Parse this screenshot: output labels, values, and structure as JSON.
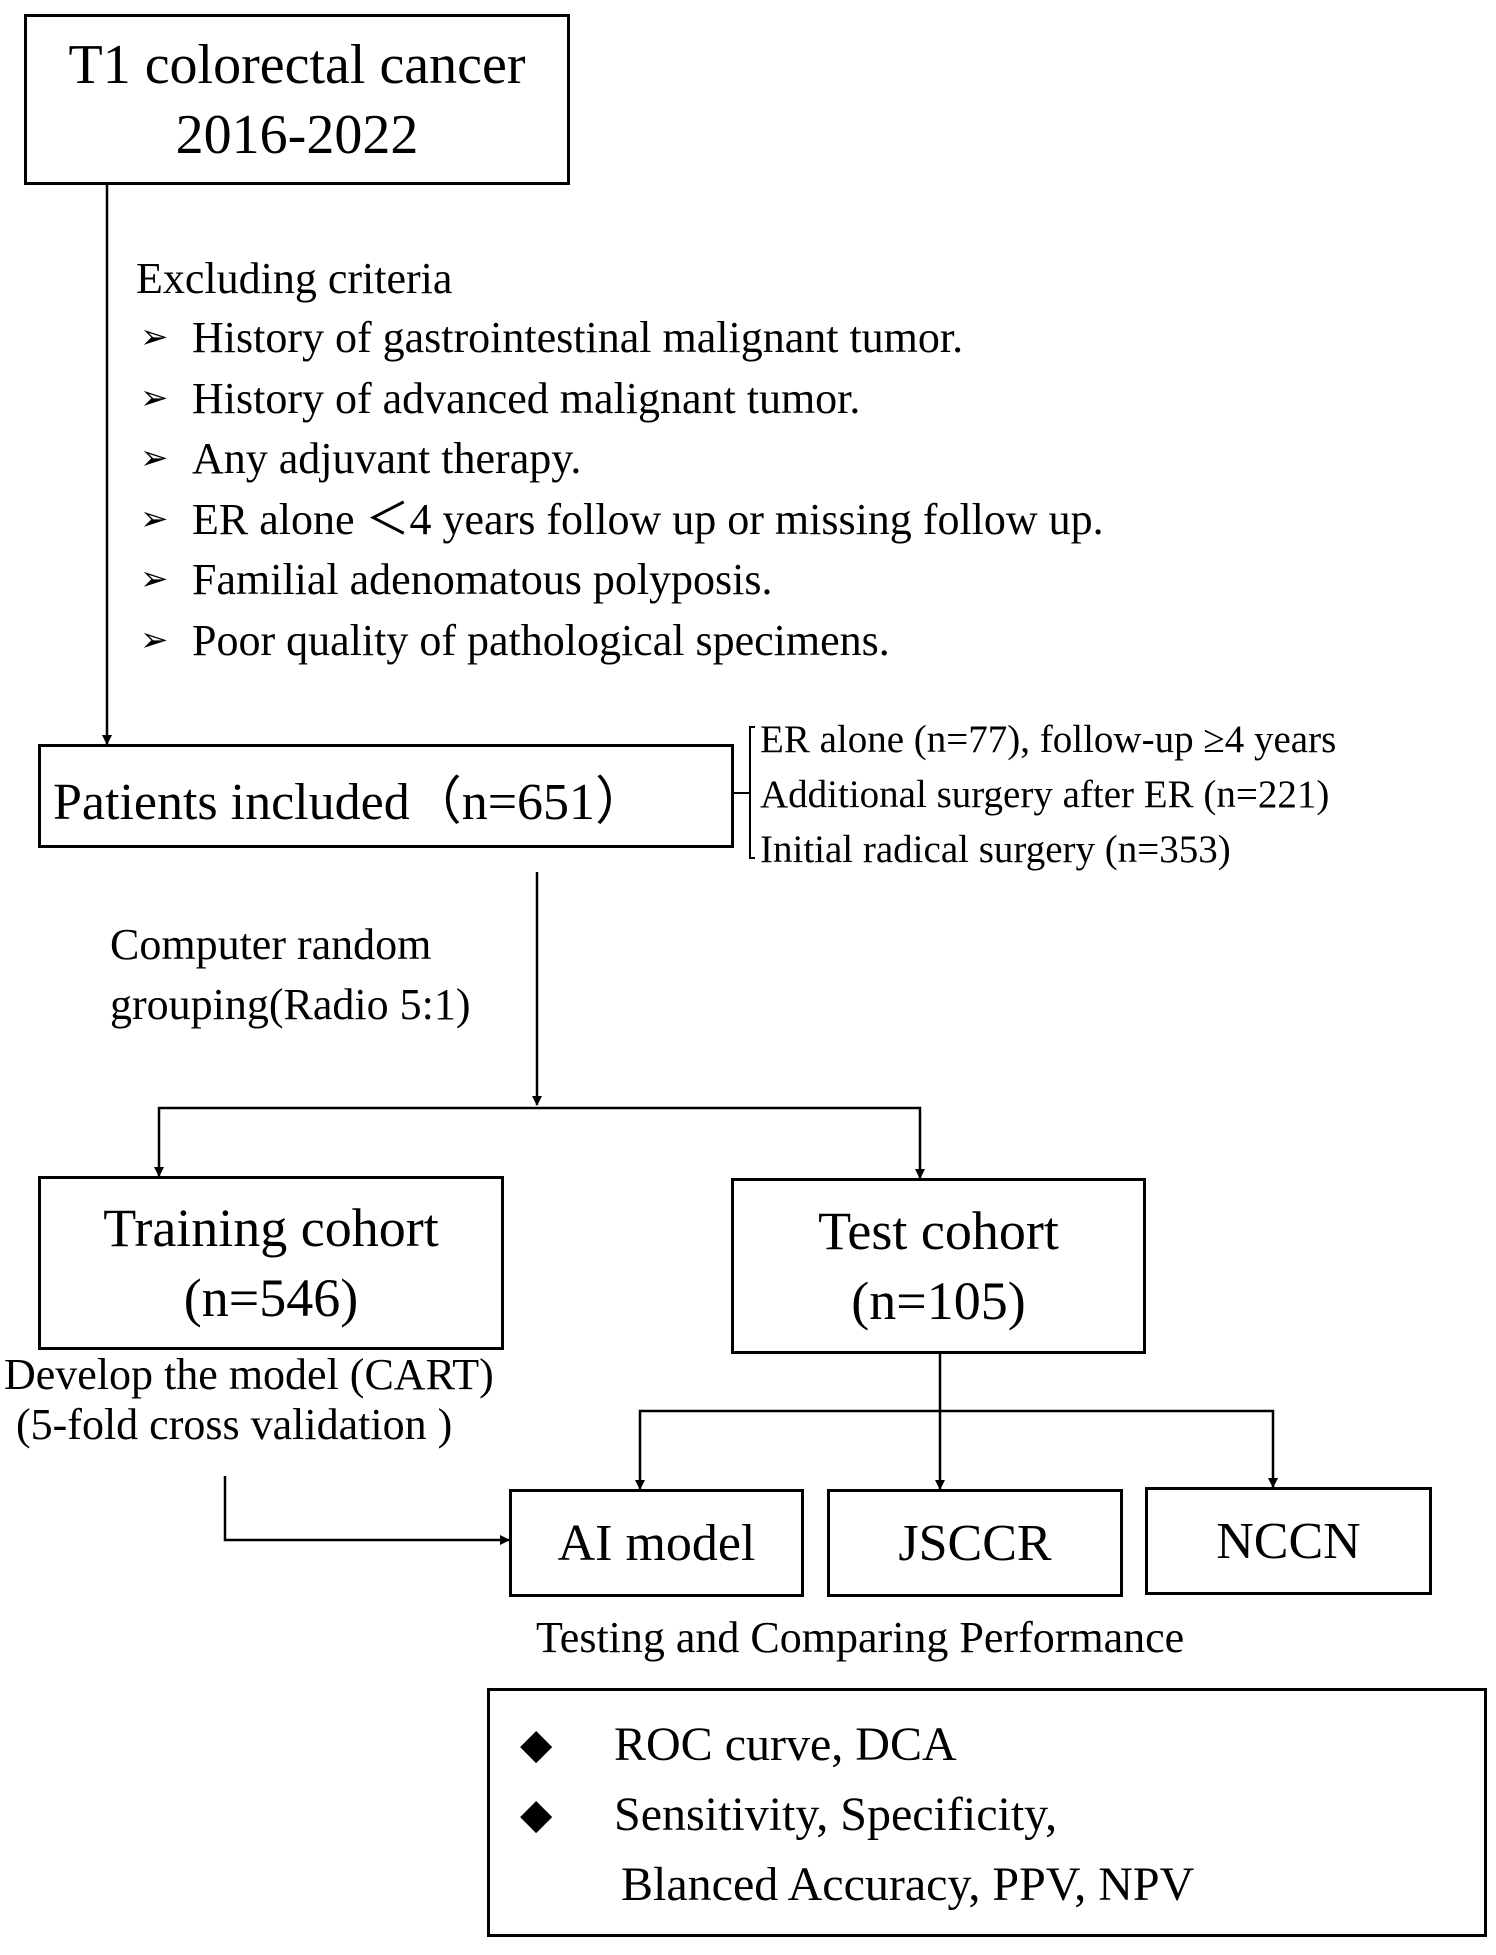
{
  "start": {
    "line1": "T1 colorectal cancer",
    "line2": "2016-2022"
  },
  "exclusion": {
    "title": "Excluding criteria",
    "bullet": "➢",
    "items": [
      "History of gastrointestinal malignant tumor.",
      "History of advanced malignant tumor.",
      "Any adjuvant therapy.",
      "ER alone ＜4 years follow up or missing follow up.",
      "Familial adenomatous polyposis.",
      "Poor quality of pathological specimens."
    ]
  },
  "included": {
    "label": "Patients included（n=651）"
  },
  "subgroups": [
    "ER alone (n=77), follow-up ≥4 years",
    "Additional surgery after ER (n=221)",
    "Initial radical surgery (n=353)"
  ],
  "grouping": {
    "line1": "Computer random",
    "line2": "grouping(Radio 5:1)"
  },
  "training": {
    "line1": "Training cohort",
    "line2": "(n=546)"
  },
  "test": {
    "line1": "Test cohort",
    "line2": "(n=105)"
  },
  "develop": {
    "line1": "Develop the model (CART)",
    "line2": "(5-fold cross validation  )"
  },
  "models": [
    "AI model",
    "JSCCR",
    "NCCN"
  ],
  "comparing": "Testing and Comparing Performance",
  "metrics": {
    "bullet": "◆",
    "item1": "ROC curve, DCA",
    "item2_line1": "Sensitivity, Specificity,",
    "item2_line2": "Blanced Accuracy, PPV, NPV"
  }
}
